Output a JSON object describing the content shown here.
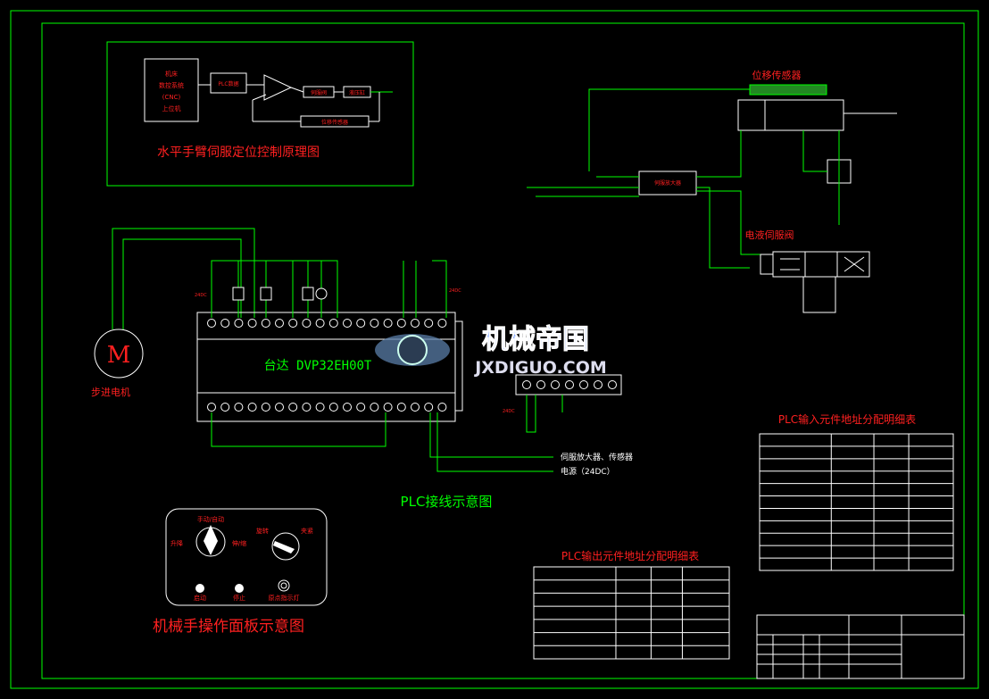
{
  "titles": {
    "servo_principle": "水平手臂伺服定位控制原理图",
    "plc_wiring": "PLC接线示意图",
    "panel": "机械手操作面板示意图",
    "plc_model": "台达 DVP32EH00T",
    "motor_label": "步进电机",
    "motor_letter": "M",
    "displacement_sensor": "位移传感器",
    "servo_valve": "电液伺服阀",
    "servo_amp": "伺服放大器",
    "input_table": "PLC输入元件地址分配明细表",
    "output_table": "PLC输出元件地址分配明细表"
  },
  "block_diagram": {
    "cnc": [
      "机床",
      "数控系统",
      "(CNC)",
      "上位机"
    ],
    "blocks": [
      "PLC数据",
      "伺服阀",
      "液压缸",
      "位移传感器"
    ]
  },
  "wiring_notes": {
    "servo_line": "伺服放大器、传感器",
    "power_line": "电源（24DC）",
    "v24_left": "24DC",
    "v24_right": "24DC",
    "v24_bottom": "24DC"
  },
  "panel": {
    "hand_auto": "手动/自动",
    "up": "升降",
    "rotate": "旋转",
    "extend": "伸/缩",
    "clamp": "夹紧",
    "start": "启动",
    "stop": "停止",
    "lamp": "原点指示灯"
  },
  "watermark": {
    "cn": "机械帝国",
    "en": "JXDIGUO.COM"
  },
  "colors": {
    "green": "#00ff00",
    "red": "#ff2020",
    "white": "#ffffff",
    "cyan": "#00ffff"
  }
}
